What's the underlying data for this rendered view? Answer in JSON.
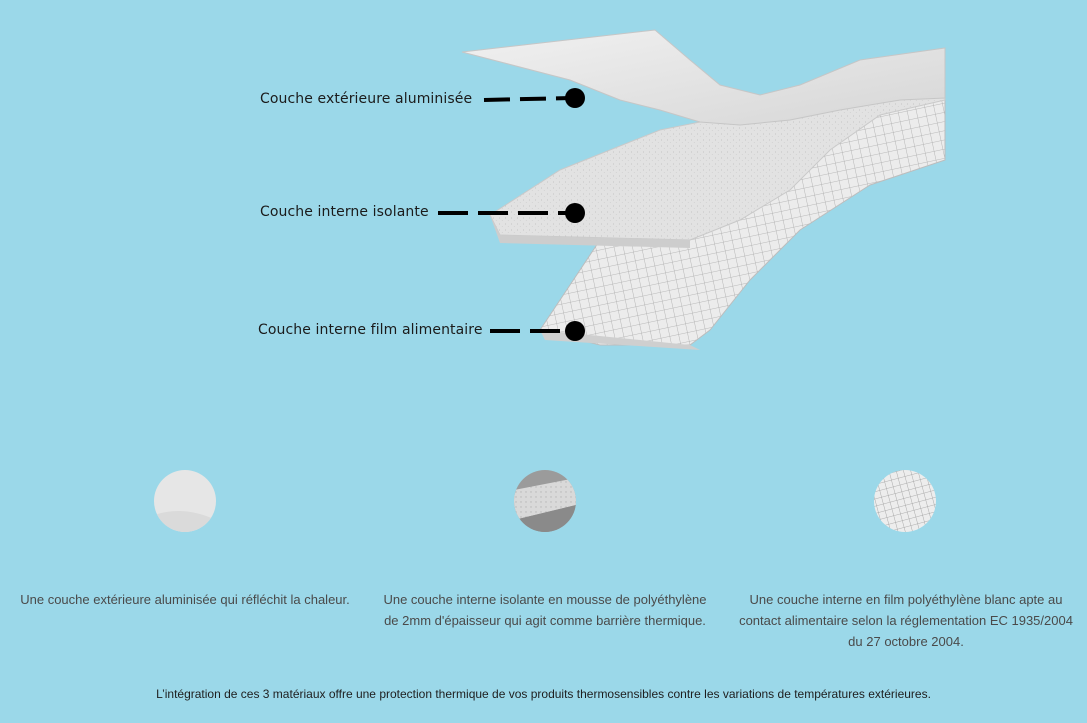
{
  "diagram": {
    "labels": {
      "outer": "Couche extérieure aluminisée",
      "middle": "Couche interne isolante",
      "inner": "Couche interne film alimentaire"
    },
    "colors": {
      "background": "#9bd8e9",
      "layer": "#e4e4e4",
      "marker": "#000000"
    }
  },
  "features": [
    {
      "icon": "aluminized-layer-swatch-icon",
      "text": "Une couche extérieure aluminisée qui réfléchit la chaleur."
    },
    {
      "icon": "foam-layer-swatch-icon",
      "text": "Une couche interne isolante en mousse de polyéthylène de 2mm d'épaisseur qui agit comme barrière thermique."
    },
    {
      "icon": "film-layer-swatch-icon",
      "text": "Une couche interne en film polyéthylène blanc apte au contact alimentaire selon la réglementation EC 1935/2004 du 27 octobre 2004."
    }
  ],
  "footer": "L’intégration de ces 3 matériaux offre une protection thermique de vos produits thermosensibles contre les variations de températures extérieures."
}
